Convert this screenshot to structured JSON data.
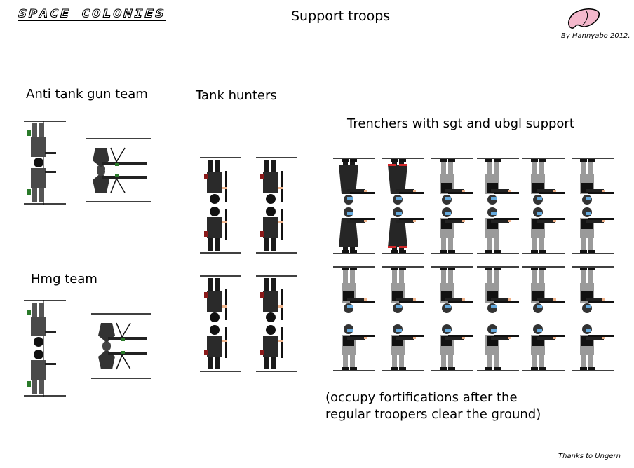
{
  "header": {
    "logo_text": "SPACE COLONIES",
    "title": "Support troops",
    "credit": "By Hannyabo 2012.",
    "author_icon": "pink-hand-signature-icon"
  },
  "sections": {
    "anti_tank": "Anti tank gun team",
    "tank_hunters": "Tank hunters",
    "trenchers": "Trenchers with sgt and ubgl support",
    "hmg": "Hmg team"
  },
  "note": {
    "line1": "(occupy fortifications after the",
    "line2": "regular troopers clear the ground)"
  },
  "footer": {
    "thanks": "Thanks to Ungern"
  },
  "colors": {
    "coat": "#262626",
    "camo": "#9a9a9a",
    "trim_red": "#d0282a",
    "skin": "#f0b48c",
    "ammo_green": "#2a7a2a",
    "charge_red": "#8a1a1a"
  }
}
